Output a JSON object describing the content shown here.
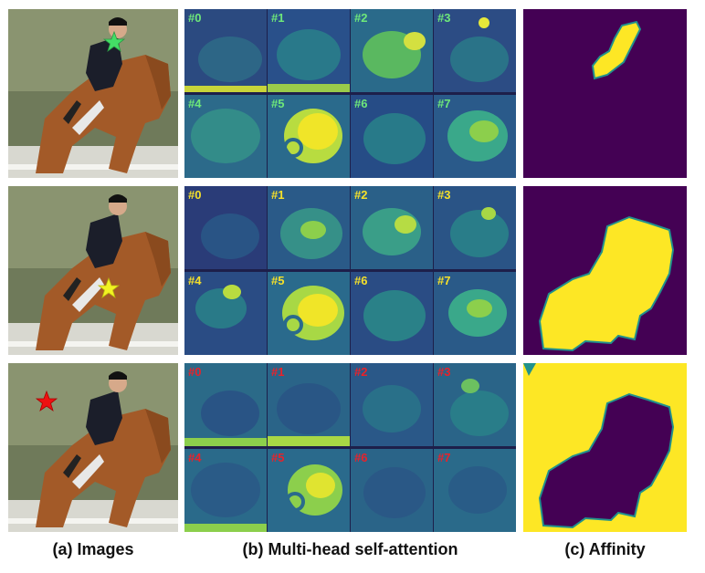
{
  "captions": {
    "images": "(a) Images",
    "attention": "(b) Multi-head self-attention",
    "affinity": "(c) Affinity"
  },
  "rows": [
    {
      "star_color": "#44dd66",
      "label_color": "#6ee87a",
      "heads": [
        "#0",
        "#1",
        "#2",
        "#3",
        "#4",
        "#5",
        "#6",
        "#7"
      ]
    },
    {
      "star_color": "#f2f222",
      "label_color": "#f5e02a",
      "heads": [
        "#0",
        "#1",
        "#2",
        "#3",
        "#4",
        "#5",
        "#6",
        "#7"
      ]
    },
    {
      "star_color": "#ee1111",
      "label_color": "#e8222a",
      "heads": [
        "#0",
        "#1",
        "#2",
        "#3",
        "#4",
        "#5",
        "#6",
        "#7"
      ]
    }
  ],
  "colors": {
    "viridis_dark": "#440154",
    "viridis_mid": "#21918c",
    "viridis_yellow": "#fde725",
    "attention_base": "#2a3f7a"
  }
}
